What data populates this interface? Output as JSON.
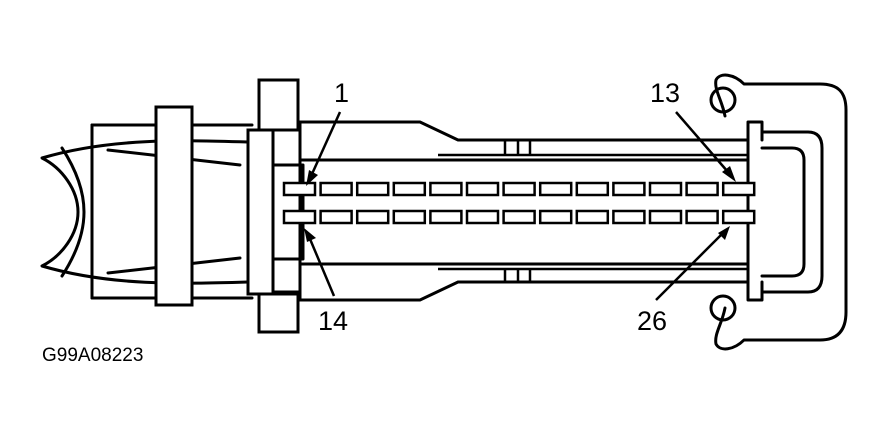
{
  "diagram": {
    "reference_code": "G99A08223",
    "callouts": {
      "pin_1": "1",
      "pin_13": "13",
      "pin_14": "14",
      "pin_26": "26"
    },
    "pin_rows": [
      {
        "row": "top",
        "first_pin": 1,
        "last_pin": 13,
        "count": 13
      },
      {
        "row": "bottom",
        "first_pin": 14,
        "last_pin": 26,
        "count": 13
      }
    ],
    "colors": {
      "line": "#000000",
      "background": "#ffffff"
    }
  }
}
